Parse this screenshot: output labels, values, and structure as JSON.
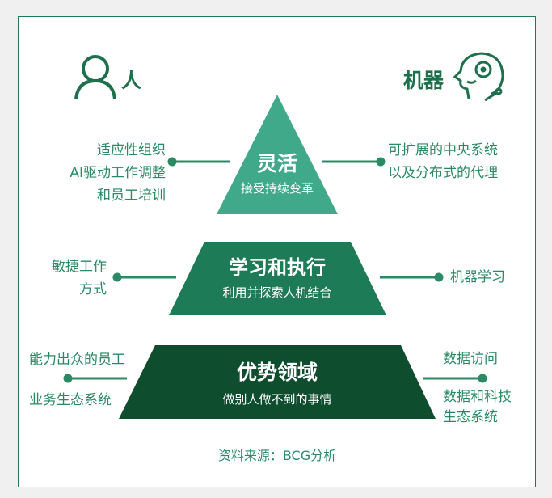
{
  "header": {
    "people_label": "人",
    "machines_label": "机器"
  },
  "tiers": [
    {
      "title": "灵活",
      "subtitle": "接受持续变革",
      "color": "#3fa98a",
      "left": [
        "适应性组织",
        "AI驱动工作调整",
        "和员工培训"
      ],
      "right": [
        "可扩展的中央系统",
        "以及分布式的代理"
      ]
    },
    {
      "title": "学习和执行",
      "subtitle": "利用并探索人机结合",
      "color": "#1e7b57",
      "left": [
        "敏捷工作",
        "方式"
      ],
      "right": [
        "机器学习"
      ]
    },
    {
      "title": "优势领域",
      "subtitle": "做别人做不到的事情",
      "color": "#0f4d2f",
      "left": [
        "能力出众的员工",
        "业务生态系统"
      ],
      "right": [
        "数据访问",
        "数据和科技",
        "生态系统"
      ]
    }
  ],
  "source": "资料来源：BCG分析",
  "colors": {
    "text": "#2a8a66",
    "border": "#1e7a55"
  }
}
